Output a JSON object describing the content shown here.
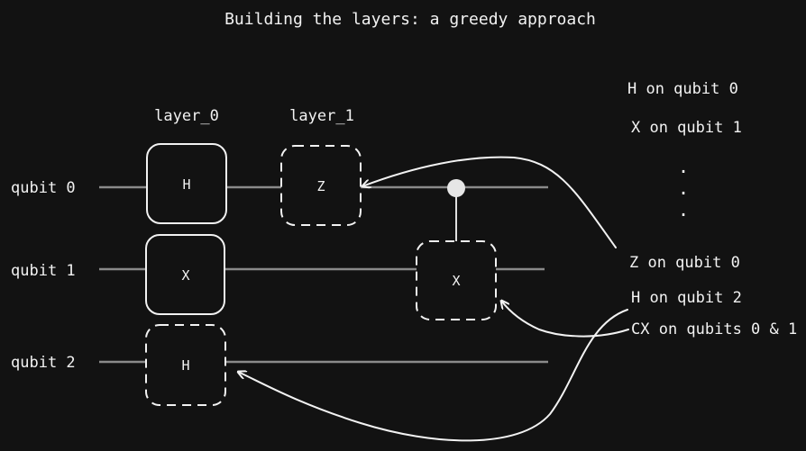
{
  "title": "Building the layers: a greedy approach",
  "layers": [
    "layer_0",
    "layer_1"
  ],
  "qubits": [
    "qubit 0",
    "qubit 1",
    "qubit 2"
  ],
  "gates": {
    "q0_layer0": "H",
    "q0_layer1": "Z",
    "q1_layer0": "X",
    "q1_cx_target": "X",
    "q2_layer0": "H"
  },
  "instructions": [
    "H on qubit 0",
    "X on qubit 1",
    "Z on qubit 0",
    "H on qubit 2",
    "CX on qubits 0 & 1"
  ],
  "ellipsis": ".",
  "colors": {
    "background": "#121212",
    "foreground": "#f2f2f2",
    "wire": "#8a8a8a"
  }
}
